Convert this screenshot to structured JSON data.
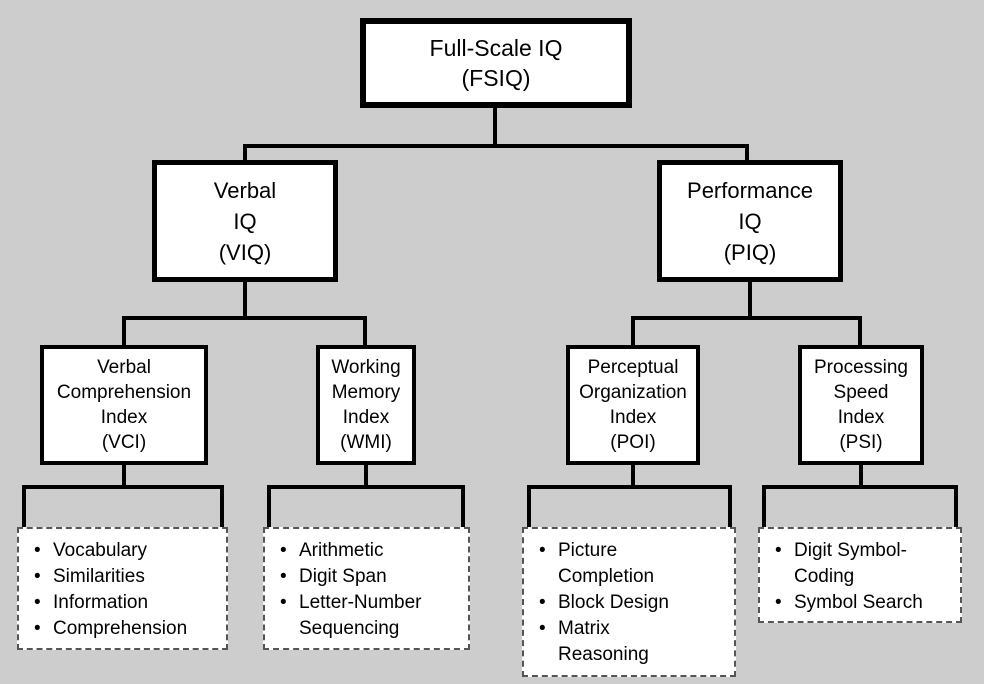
{
  "diagram": {
    "title": "Full-Scale IQ hierarchical structure",
    "background_color": "#cdcdcd",
    "box_fill_color": "#ffffff",
    "line_color": "#000000",
    "dashed_border_color": "#555555"
  },
  "root": {
    "line1": "Full-Scale IQ",
    "line2": "(FSIQ)"
  },
  "tier2": [
    {
      "line1": "Verbal",
      "line2": "IQ",
      "line3": "(VIQ)"
    },
    {
      "line1": "Performance",
      "line2": "IQ",
      "line3": "(PIQ)"
    }
  ],
  "tier3": [
    {
      "line1": "Verbal",
      "line2": "Comprehension",
      "line3": "Index",
      "line4": "(VCI)"
    },
    {
      "line1": "Working",
      "line2": "Memory",
      "line3": "Index",
      "line4": "(WMI)"
    },
    {
      "line1": "Perceptual",
      "line2": "Organization",
      "line3": "Index",
      "line4": "(POI)"
    },
    {
      "line1": "Processing",
      "line2": "Speed",
      "line3": "Index",
      "line4": "(PSI)"
    }
  ],
  "subtests": {
    "vci": {
      "bullet": "•",
      "items": [
        "Vocabulary",
        "Similarities",
        "Information",
        "Comprehension"
      ]
    },
    "wmi": {
      "bullet": "•",
      "items": [
        "Arithmetic",
        "Digit Span",
        "Letter-Number\nSequencing"
      ]
    },
    "poi": {
      "bullet": "•",
      "items": [
        "Picture\nCompletion",
        "Block Design",
        "Matrix\nReasoning"
      ]
    },
    "psi": {
      "bullet": "•",
      "items": [
        "Digit Symbol-\nCoding",
        "Symbol Search"
      ]
    }
  }
}
